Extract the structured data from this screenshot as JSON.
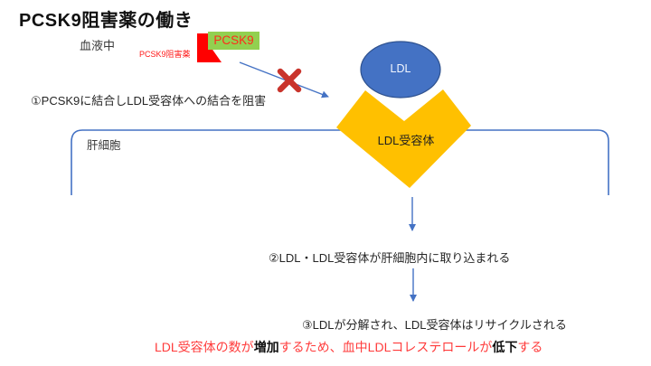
{
  "title": "PCSK9阻害薬の働き",
  "labels": {
    "blood": "血液中",
    "pcsk9": "PCSK9",
    "pcsk9_inhibitor": "PCSK9阻害薬",
    "liver_cell": "肝細胞",
    "ldl": "LDL",
    "ldl_receptor": "LDL受容体"
  },
  "steps": {
    "step1": "①PCSK9に結合しLDL受容体への結合を阻害",
    "step2": "②LDL・LDL受容体が肝細胞内に取り込まれる",
    "step3": "③LDLが分解され、LDL受容体はリサイクルされる"
  },
  "conclusion": {
    "segments": [
      {
        "text": "LDL受容体の数が",
        "style": "red"
      },
      {
        "text": "増加",
        "style": "bold-black"
      },
      {
        "text": "するため、血中LDLコレステロールが",
        "style": "red"
      },
      {
        "text": "低下",
        "style": "bold-black"
      },
      {
        "text": "する",
        "style": "red"
      }
    ]
  },
  "colors": {
    "ldl_fill": "#4472C4",
    "ldl_border": "#2F528F",
    "receptor_fill": "#FFC000",
    "pcsk9_box_fill": "#92D050",
    "inhibitor_red": "#FF0000",
    "line_blue": "#4472C4",
    "cross_red": "#C9342C",
    "conclusion_red": "#FF3B3B",
    "text_black": "#262626"
  }
}
